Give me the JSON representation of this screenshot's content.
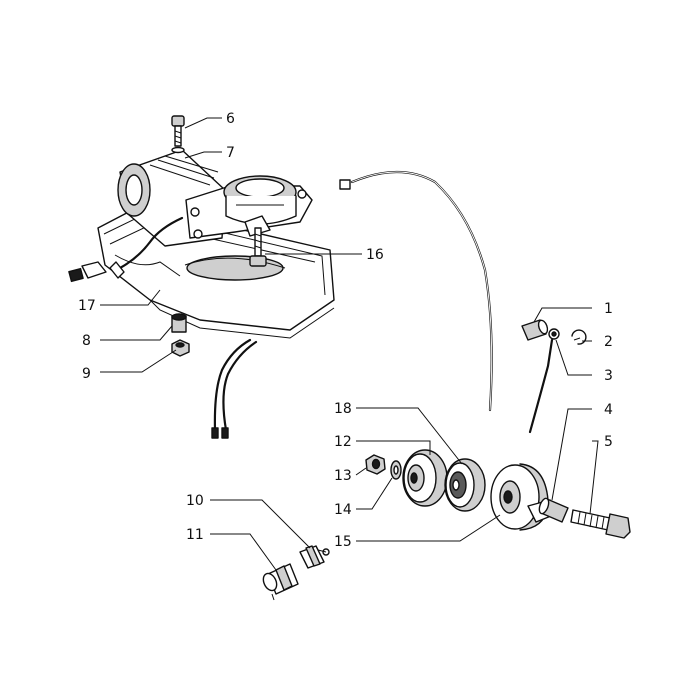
{
  "callouts": [
    {
      "id": "1",
      "label": "1"
    },
    {
      "id": "2",
      "label": "2"
    },
    {
      "id": "3",
      "label": "3"
    },
    {
      "id": "4",
      "label": "4"
    },
    {
      "id": "5",
      "label": "5"
    },
    {
      "id": "6",
      "label": "6"
    },
    {
      "id": "7",
      "label": "7"
    },
    {
      "id": "8",
      "label": "8"
    },
    {
      "id": "9",
      "label": "9"
    },
    {
      "id": "10",
      "label": "10"
    },
    {
      "id": "11",
      "label": "11"
    },
    {
      "id": "12",
      "label": "12"
    },
    {
      "id": "13",
      "label": "13"
    },
    {
      "id": "14",
      "label": "14"
    },
    {
      "id": "15",
      "label": "15"
    },
    {
      "id": "16",
      "label": "16"
    },
    {
      "id": "17",
      "label": "17"
    },
    {
      "id": "18",
      "label": "18"
    }
  ],
  "colors": {
    "line": "#111111",
    "shade": "#cfcfcf",
    "background": "#ffffff"
  }
}
